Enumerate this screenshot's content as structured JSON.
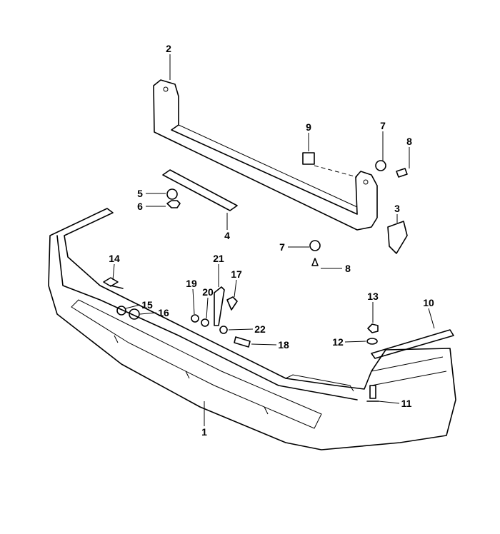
{
  "diagram": {
    "title": "Front bumper assembly parts diagram",
    "callouts": [
      {
        "id": "c1",
        "label": "1"
      },
      {
        "id": "c2",
        "label": "2"
      },
      {
        "id": "c3",
        "label": "3"
      },
      {
        "id": "c4",
        "label": "4"
      },
      {
        "id": "c5",
        "label": "5"
      },
      {
        "id": "c6",
        "label": "6"
      },
      {
        "id": "c7a",
        "label": "7"
      },
      {
        "id": "c7b",
        "label": "7"
      },
      {
        "id": "c8a",
        "label": "8"
      },
      {
        "id": "c8b",
        "label": "8"
      },
      {
        "id": "c9",
        "label": "9"
      },
      {
        "id": "c10",
        "label": "10"
      },
      {
        "id": "c11",
        "label": "11"
      },
      {
        "id": "c12",
        "label": "12"
      },
      {
        "id": "c13",
        "label": "13"
      },
      {
        "id": "c14",
        "label": "14"
      },
      {
        "id": "c15",
        "label": "15"
      },
      {
        "id": "c16",
        "label": "16"
      },
      {
        "id": "c17",
        "label": "17"
      },
      {
        "id": "c18",
        "label": "18"
      },
      {
        "id": "c19",
        "label": "19"
      },
      {
        "id": "c20",
        "label": "20"
      },
      {
        "id": "c21",
        "label": "21"
      },
      {
        "id": "c22",
        "label": "22"
      }
    ]
  }
}
